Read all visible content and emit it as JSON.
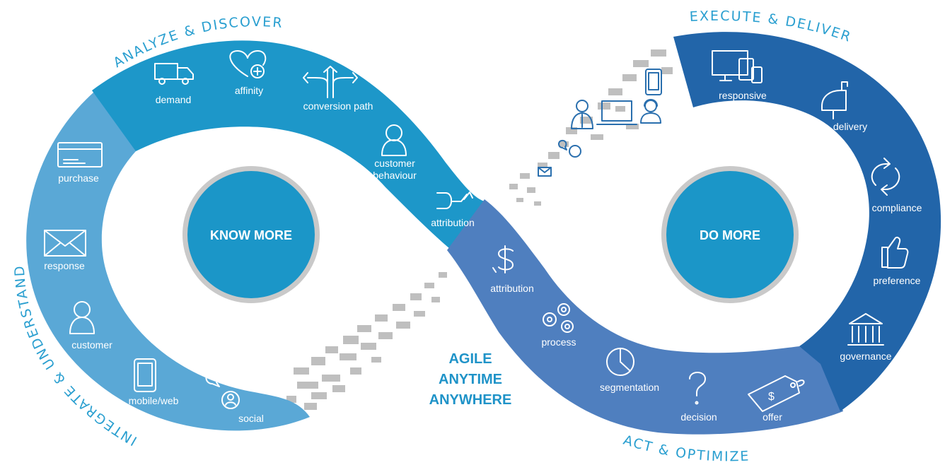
{
  "sections": {
    "analyze": {
      "title": "ANALYZE & DISCOVER",
      "color": "#1d97c9"
    },
    "integrate": {
      "title": "INTEGRATE & UNDERSTAND",
      "color": "#5aa8d6"
    },
    "act": {
      "title": "ACT & OPTIMIZE",
      "color": "#4f7fbf"
    },
    "execute": {
      "title": "EXECUTE & DELIVER",
      "color": "#2265a9"
    }
  },
  "centers": {
    "left": "KNOW MORE",
    "right": "DO MORE"
  },
  "tagline": [
    "AGILE",
    "ANYTIME",
    "ANYWHERE"
  ],
  "items": {
    "demand": {
      "label": "demand",
      "icon": "truck-icon"
    },
    "affinity": {
      "label": "affinity",
      "icon": "heart-plus-icon"
    },
    "conversion_path": {
      "label": "conversion path",
      "icon": "split-arrows-icon"
    },
    "customer_behaviour": {
      "label": [
        "customer",
        "behaviour"
      ],
      "icon": "person-icon"
    },
    "attribution_left": {
      "label": "attribution",
      "icon": "merge-arrow-icon"
    },
    "purchase": {
      "label": "purchase",
      "icon": "credit-card-icon"
    },
    "response": {
      "label": "response",
      "icon": "envelope-icon"
    },
    "customer": {
      "label": "customer",
      "icon": "person-icon"
    },
    "mobile_web": {
      "label": "mobile/web",
      "icon": "phone-icon"
    },
    "social": {
      "label": "social",
      "icon": "chat-person-icon"
    },
    "attribution_right": {
      "label": "attribution",
      "icon": "dollar-icon"
    },
    "process": {
      "label": "process",
      "icon": "gears-icon"
    },
    "segmentation": {
      "label": "segmentation",
      "icon": "pie-chart-icon"
    },
    "decision": {
      "label": "decision",
      "icon": "question-icon"
    },
    "offer": {
      "label": "offer",
      "icon": "price-tag-icon"
    },
    "responsive": {
      "label": "responsive",
      "icon": "devices-icon"
    },
    "delivery": {
      "label": "delivery",
      "icon": "mailbox-icon"
    },
    "compliance": {
      "label": "compliance",
      "icon": "cycle-arrows-icon"
    },
    "preference": {
      "label": "preference",
      "icon": "thumbs-up-icon"
    },
    "governance": {
      "label": "governance",
      "icon": "bank-icon"
    }
  }
}
